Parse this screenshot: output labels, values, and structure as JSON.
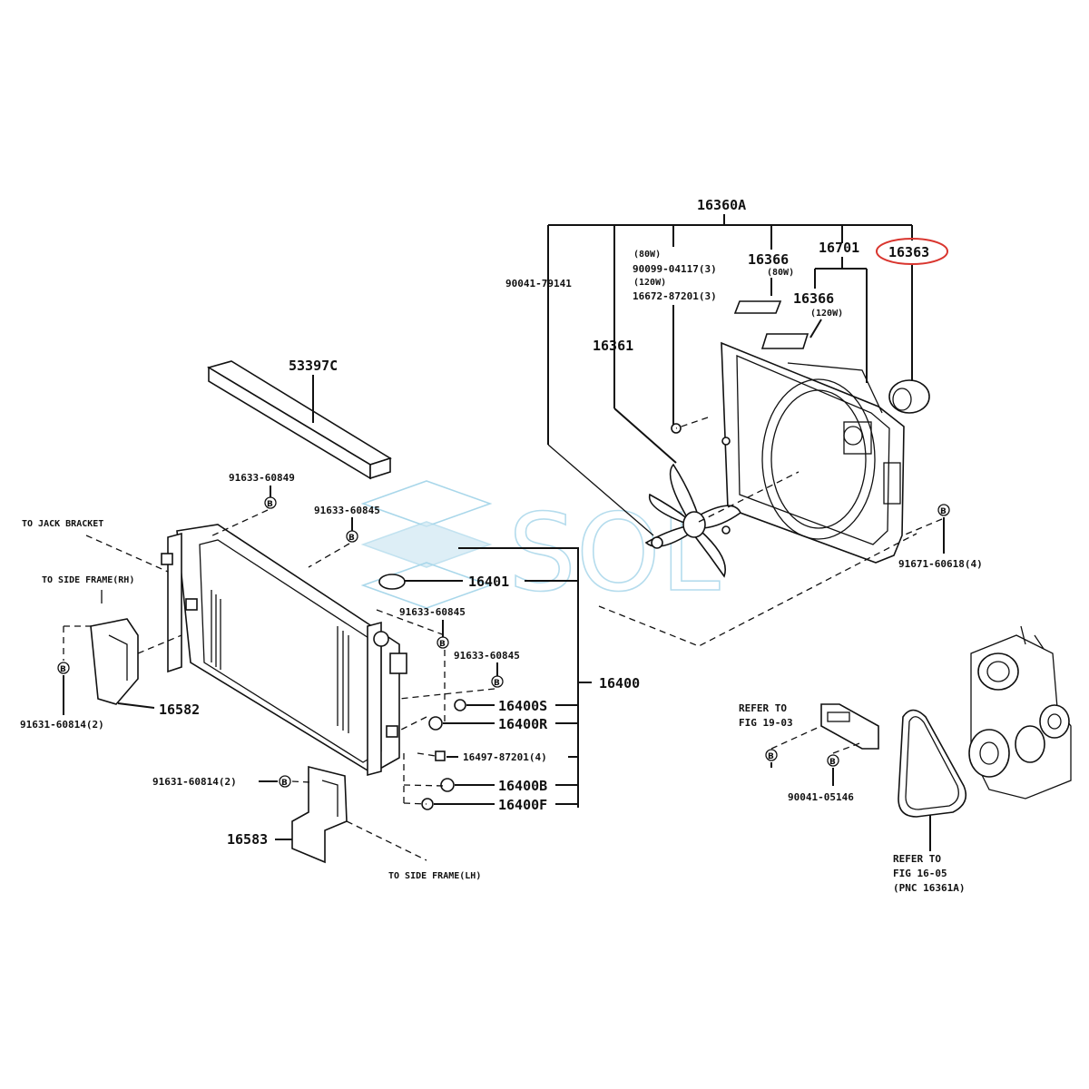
{
  "diagram": {
    "assembly_label": "16360A",
    "parts": {
      "p90041_79141": "90041-79141",
      "p16361": "16361",
      "note_80w": "(80W)",
      "p90099_04117": "90099-04117(3)",
      "note_120w_a": "(120W)",
      "p16672_87201": "16672-87201(3)",
      "p16366_a": "16366",
      "note_80w_b": "(80W)",
      "p16701": "16701",
      "p16363": "16363",
      "p16366_b": "16366",
      "note_120w_b": "(120W)",
      "p53397c": "53397C",
      "p91633_a": "91633-60849",
      "p91633_b": "91633-60845",
      "to_jack": "TO JACK BRACKET",
      "to_side_rh": "TO SIDE FRAME(RH)",
      "p16401": "16401",
      "p91633_c": "91633-60845",
      "p91633_d": "91633-60845",
      "p16400": "16400",
      "p16400s": "16400S",
      "p16400r": "16400R",
      "p16497": "16497-87201(4)",
      "p16400b": "16400B",
      "p16400f": "16400F",
      "p16582": "16582",
      "p91631_a": "91631-60814(2)",
      "p91631_b": "91631-60814(2)",
      "p16583": "16583",
      "to_side_lh": "TO SIDE FRAME(LH)",
      "p91671": "91671-60618(4)",
      "refer_fig19": "REFER TO",
      "refer_fig19_b": "FIG 19-03",
      "p90041_05146": "90041-05146",
      "refer_fig16": "REFER TO",
      "refer_fig16_b": "FIG 16-05",
      "refer_fig16_c": "(PNC 16361A)"
    },
    "bolt_marks": {
      "b": "B"
    },
    "highlight_color": "#d9352e"
  },
  "watermark": {
    "text": "SOL"
  }
}
